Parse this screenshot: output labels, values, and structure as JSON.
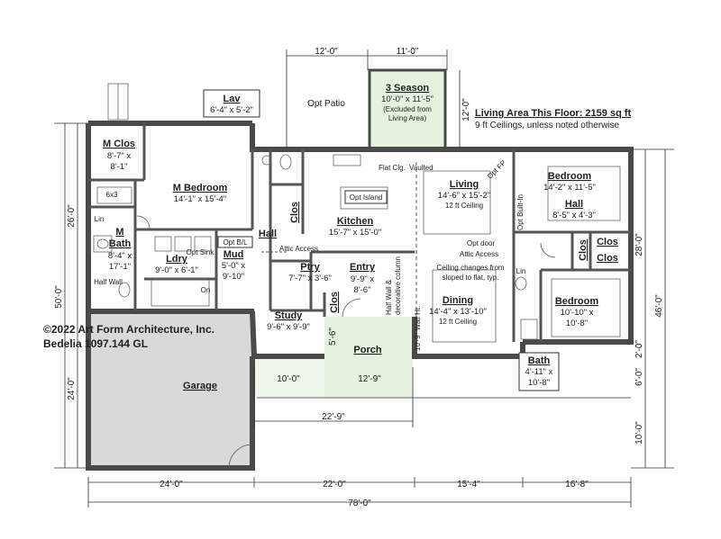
{
  "header": {
    "living_area": "Living Area This Floor: 2159 sq ft",
    "ceilings": "9 ft Ceilings, unless noted otherwise"
  },
  "copyright": {
    "line1": "©2022 Art Form Architecture, Inc.",
    "line2": "Bedelia 1097.144 GL"
  },
  "rooms": {
    "three_season": {
      "name": "3 Season",
      "size": "10'-0\" x 11'-5\"",
      "note1": "(Excluded from",
      "note2": "Living Area)"
    },
    "lav": {
      "name": "Lav",
      "size": "6'-4\" x 5'-2\""
    },
    "opt_patio": {
      "name": "Opt Patio"
    },
    "m_clos": {
      "name": "M Clos",
      "size1": "8'-7\" x",
      "size2": "8'-1\""
    },
    "m_bedroom": {
      "name": "M Bedroom",
      "size": "14'-1\" x 15'-4\""
    },
    "m_bath": {
      "name": "M",
      "name2": "Bath",
      "size1": "8'-4\" x",
      "size2": "17'-1\""
    },
    "ldry": {
      "name": "Ldry",
      "size": "9'-0\" x 6'-1\""
    },
    "mud": {
      "name": "Mud",
      "size1": "5'-0\" x",
      "size2": "9'-10\""
    },
    "kitchen": {
      "name": "Kitchen",
      "size": "15'-7\" x 15'-0\""
    },
    "ptry": {
      "name": "Ptry",
      "size": "7'-7\" x 3'-6\""
    },
    "entry": {
      "name": "Entry",
      "size1": "9'-9\" x",
      "size2": "8'-6\""
    },
    "study": {
      "name": "Study",
      "size": "9'-6\" x 9'-9\""
    },
    "living": {
      "name": "Living",
      "size": "14'-6\" x 15'-2\"",
      "note": "12 ft Ceiling"
    },
    "dining": {
      "name": "Dining",
      "size": "14'-4\" x 13'-10\"",
      "note": "12 ft Ceiling"
    },
    "bedroom1": {
      "name": "Bedroom",
      "size": "14'-2\" x 11'-5\""
    },
    "hall_right": {
      "name": "Hall",
      "size": "8'-5\" x 4'-3\""
    },
    "bedroom2": {
      "name": "Bedroom",
      "size1": "10'-10\" x",
      "size2": "10'-8\""
    },
    "bath": {
      "name": "Bath",
      "size1": "4'-11\" x",
      "size2": "10'-8\""
    },
    "porch": {
      "name": "Porch"
    },
    "garage": {
      "name": "Garage"
    },
    "hall_left": {
      "name": "Hall"
    }
  },
  "labels": {
    "clos": "Clos",
    "lin": "Lin",
    "six_by_three": "6x3",
    "half_wall": "Half Wall",
    "on": "On",
    "opt_sink": "Opt Sink",
    "opt_bl": "Opt B/L",
    "attic_access": "Attic Access",
    "opt_island": "Opt Island",
    "flat_clg": "Flat Clg.",
    "vaulted": "Vaulted",
    "opt_fp": "Opt FP",
    "opt_builtin": "Opt Built-In",
    "opt_door": "Opt door",
    "ceiling_change1": "Ceiling changes from",
    "ceiling_change2": "sloped to flat, typ.",
    "half_wall_col": "Half Wall &",
    "decorative_col": "decorative column",
    "wall_ht": "10'-9\" Wall Ht."
  },
  "dimensions": {
    "top_12": "12'-0\"",
    "top_11": "11'-0\"",
    "right_12": "12'-0\"",
    "left_26": "26'-0\"",
    "left_50": "50'-0\"",
    "left_24": "24'-0\"",
    "right_28": "28'-0\"",
    "right_46": "46'-0\"",
    "right_2": "2'-0\"",
    "right_6": "6'-0\"",
    "right_10": "10'-0\"",
    "porch_5_6": "5'-6\"",
    "porch_10": "10'-0\"",
    "porch_12_9": "12'-9\"",
    "porch_22_9": "22'-9\"",
    "bot_24": "24'-0\"",
    "bot_22": "22'-0\"",
    "bot_15_4": "15'-4\"",
    "bot_16_8": "16'-8\"",
    "bot_78": "78'-0\""
  }
}
